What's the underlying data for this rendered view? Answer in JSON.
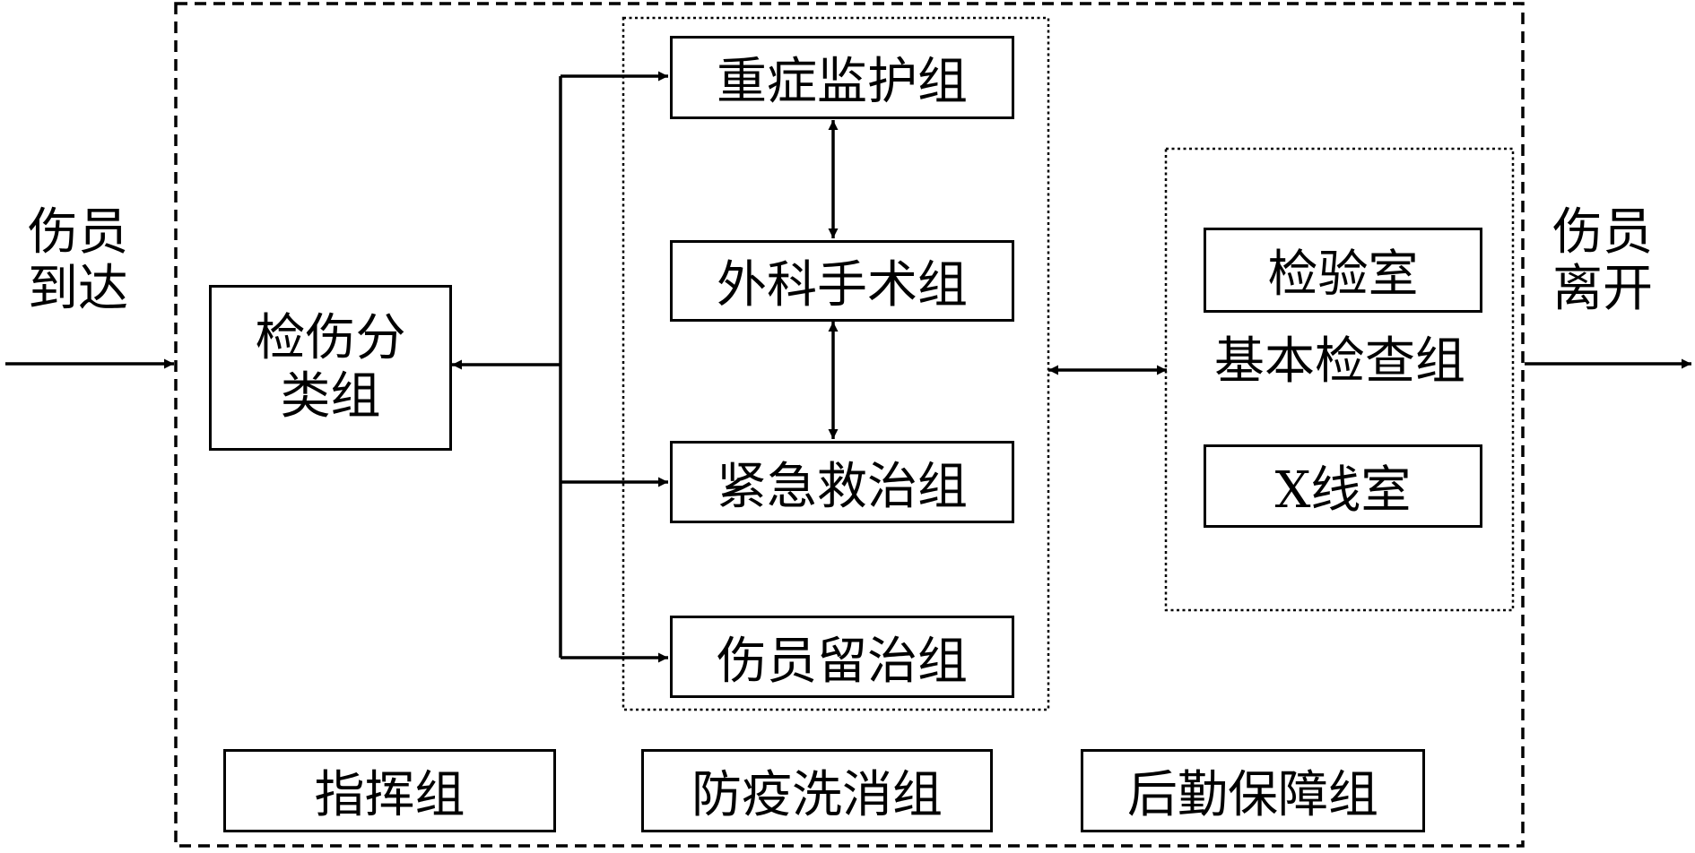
{
  "flow": {
    "arrive_label": "伤员到达",
    "leave_label": "伤员离开"
  },
  "groups": {
    "triage": "检伤分类组",
    "icu": "重症监护组",
    "surgery": "外科手术组",
    "emergency": "紧急救治组",
    "ward": "伤员留治组",
    "exam": "基本检查组",
    "lab": "检验室",
    "xray": "X线室",
    "command": "指挥组",
    "disinfect": "防疫洗消组",
    "logistics": "后勤保障组"
  }
}
